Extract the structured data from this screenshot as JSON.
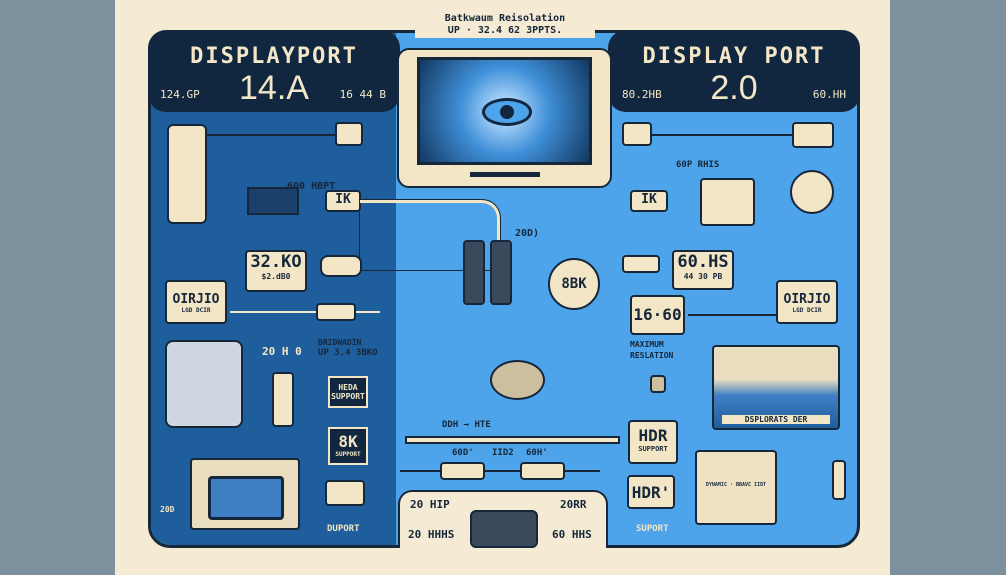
{
  "top_caption": {
    "line1": "Batkwaum Reisolation",
    "line2": "UP · 32.4 62 3PPTS."
  },
  "left": {
    "title": "DISPLAYPORT",
    "version": "14.A",
    "left_stat": "124.GP",
    "right_stat": "16 44 B",
    "labels": {
      "bandwidth_small": "600 HBPT",
      "connector": "IK",
      "res_box": "32.KO",
      "res_sub": "$2.dB0",
      "audio_icon": "OIRJIO",
      "audio_sub": "LGD DCIR",
      "mid1": "20 H 0",
      "mid2": "BRIDWADIN",
      "mid3": "UP 3.4 3BKO",
      "hdr_box_line1": "HEDA",
      "hdr_box_line2": "SUPPORT",
      "k8_line1": "8K",
      "k8_line2": "SUPPORT",
      "foot": "DUPORT",
      "side": "20D"
    }
  },
  "right": {
    "title": "DISPLAY PORT",
    "version": "2.0",
    "left_stat": "80.2HB",
    "right_stat": "60.HH",
    "labels": {
      "bandwidth_small": "60P RHIS",
      "connector": "IK",
      "res_box": "60.HS",
      "res_sub": "44 30 PB",
      "audio_icon": "OIRJIO",
      "audio_sub": "LGD DCIR",
      "ratio_box": "16·60",
      "max1": "MAXIMUM",
      "max2": "RESLATION",
      "display_caption": "DSPLORATS DER",
      "hdr1_line1": "HDR",
      "hdr1_line2": "SUPPORT",
      "hdr2": "HDR'",
      "foot": "SUPORT",
      "monitor_text": "DYNAMIC · BBAVC IIDT"
    }
  },
  "center": {
    "label_20d": "20D)",
    "hub": "8BK",
    "arrow_label": "DDH → HTE",
    "cable_labels": [
      "60D'",
      "IID2",
      "60H'"
    ],
    "bottom": {
      "tl": "20 HIP",
      "bl": "20 HHHS",
      "tr": "20RR",
      "br": "60 HHS"
    }
  },
  "colors": {
    "dark_blue": "#1f5e9c",
    "light_blue": "#4ea4ea",
    "navy": "#10273f",
    "cream": "#f5ead3"
  }
}
